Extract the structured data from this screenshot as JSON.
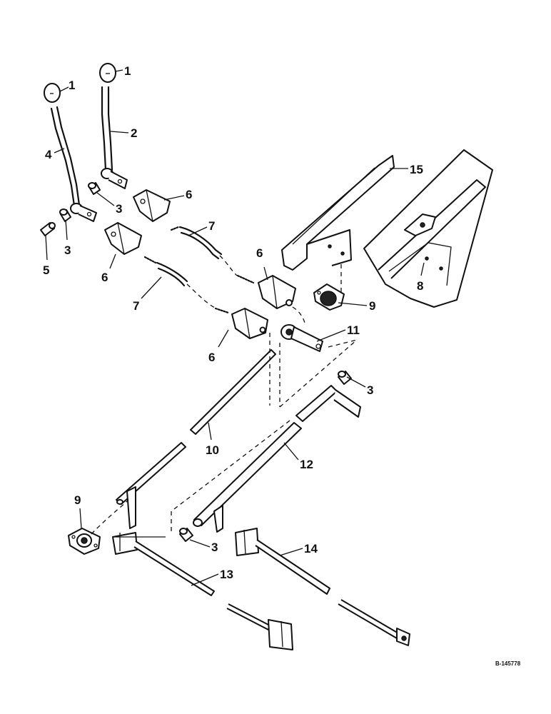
{
  "callouts": [
    {
      "id": "c1a",
      "text": "1"
    },
    {
      "id": "c1b",
      "text": "1"
    },
    {
      "id": "c2",
      "text": "2"
    },
    {
      "id": "c4",
      "text": "4"
    },
    {
      "id": "c3a",
      "text": "3"
    },
    {
      "id": "c3b",
      "text": "3"
    },
    {
      "id": "c5",
      "text": "5"
    },
    {
      "id": "c6a",
      "text": "6"
    },
    {
      "id": "c6b",
      "text": "6"
    },
    {
      "id": "c6c",
      "text": "6"
    },
    {
      "id": "c6d",
      "text": "6"
    },
    {
      "id": "c7a",
      "text": "7"
    },
    {
      "id": "c7b",
      "text": "7"
    },
    {
      "id": "c15",
      "text": "15"
    },
    {
      "id": "c8",
      "text": "8"
    },
    {
      "id": "c9a",
      "text": "9"
    },
    {
      "id": "c11",
      "text": "11"
    },
    {
      "id": "c3c",
      "text": "3"
    },
    {
      "id": "c10",
      "text": "10"
    },
    {
      "id": "c12",
      "text": "12"
    },
    {
      "id": "c9b",
      "text": "9"
    },
    {
      "id": "c3d",
      "text": "3"
    },
    {
      "id": "c14",
      "text": "14"
    },
    {
      "id": "c13",
      "text": "13"
    }
  ],
  "drawing_code": "B-145778"
}
